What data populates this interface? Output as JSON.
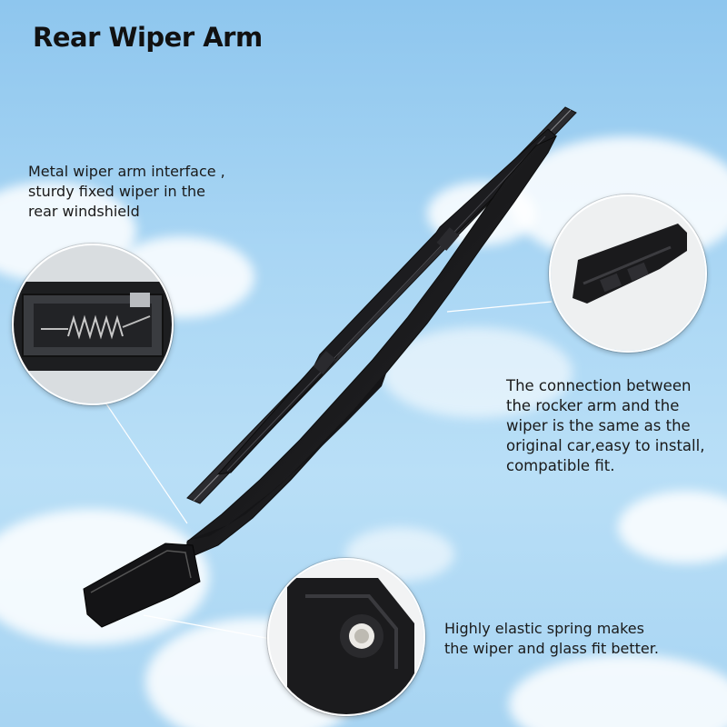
{
  "title": "Rear Wiper Arm",
  "callouts": {
    "interface": {
      "lines": [
        "Metal wiper arm interface ,",
        "sturdy fixed wiper in the",
        "rear windshield"
      ]
    },
    "connection": {
      "lines": [
        "The connection between",
        "the rocker arm and the",
        "wiper is the same as the",
        "original car,easy to install,",
        "compatible fit."
      ]
    },
    "spring": {
      "lines": [
        "Highly elastic spring makes",
        "the wiper and glass fit better."
      ]
    }
  },
  "colors": {
    "sky": "#a9d6f4",
    "product": "#1b1b1d",
    "text": "#1a1a1a"
  }
}
